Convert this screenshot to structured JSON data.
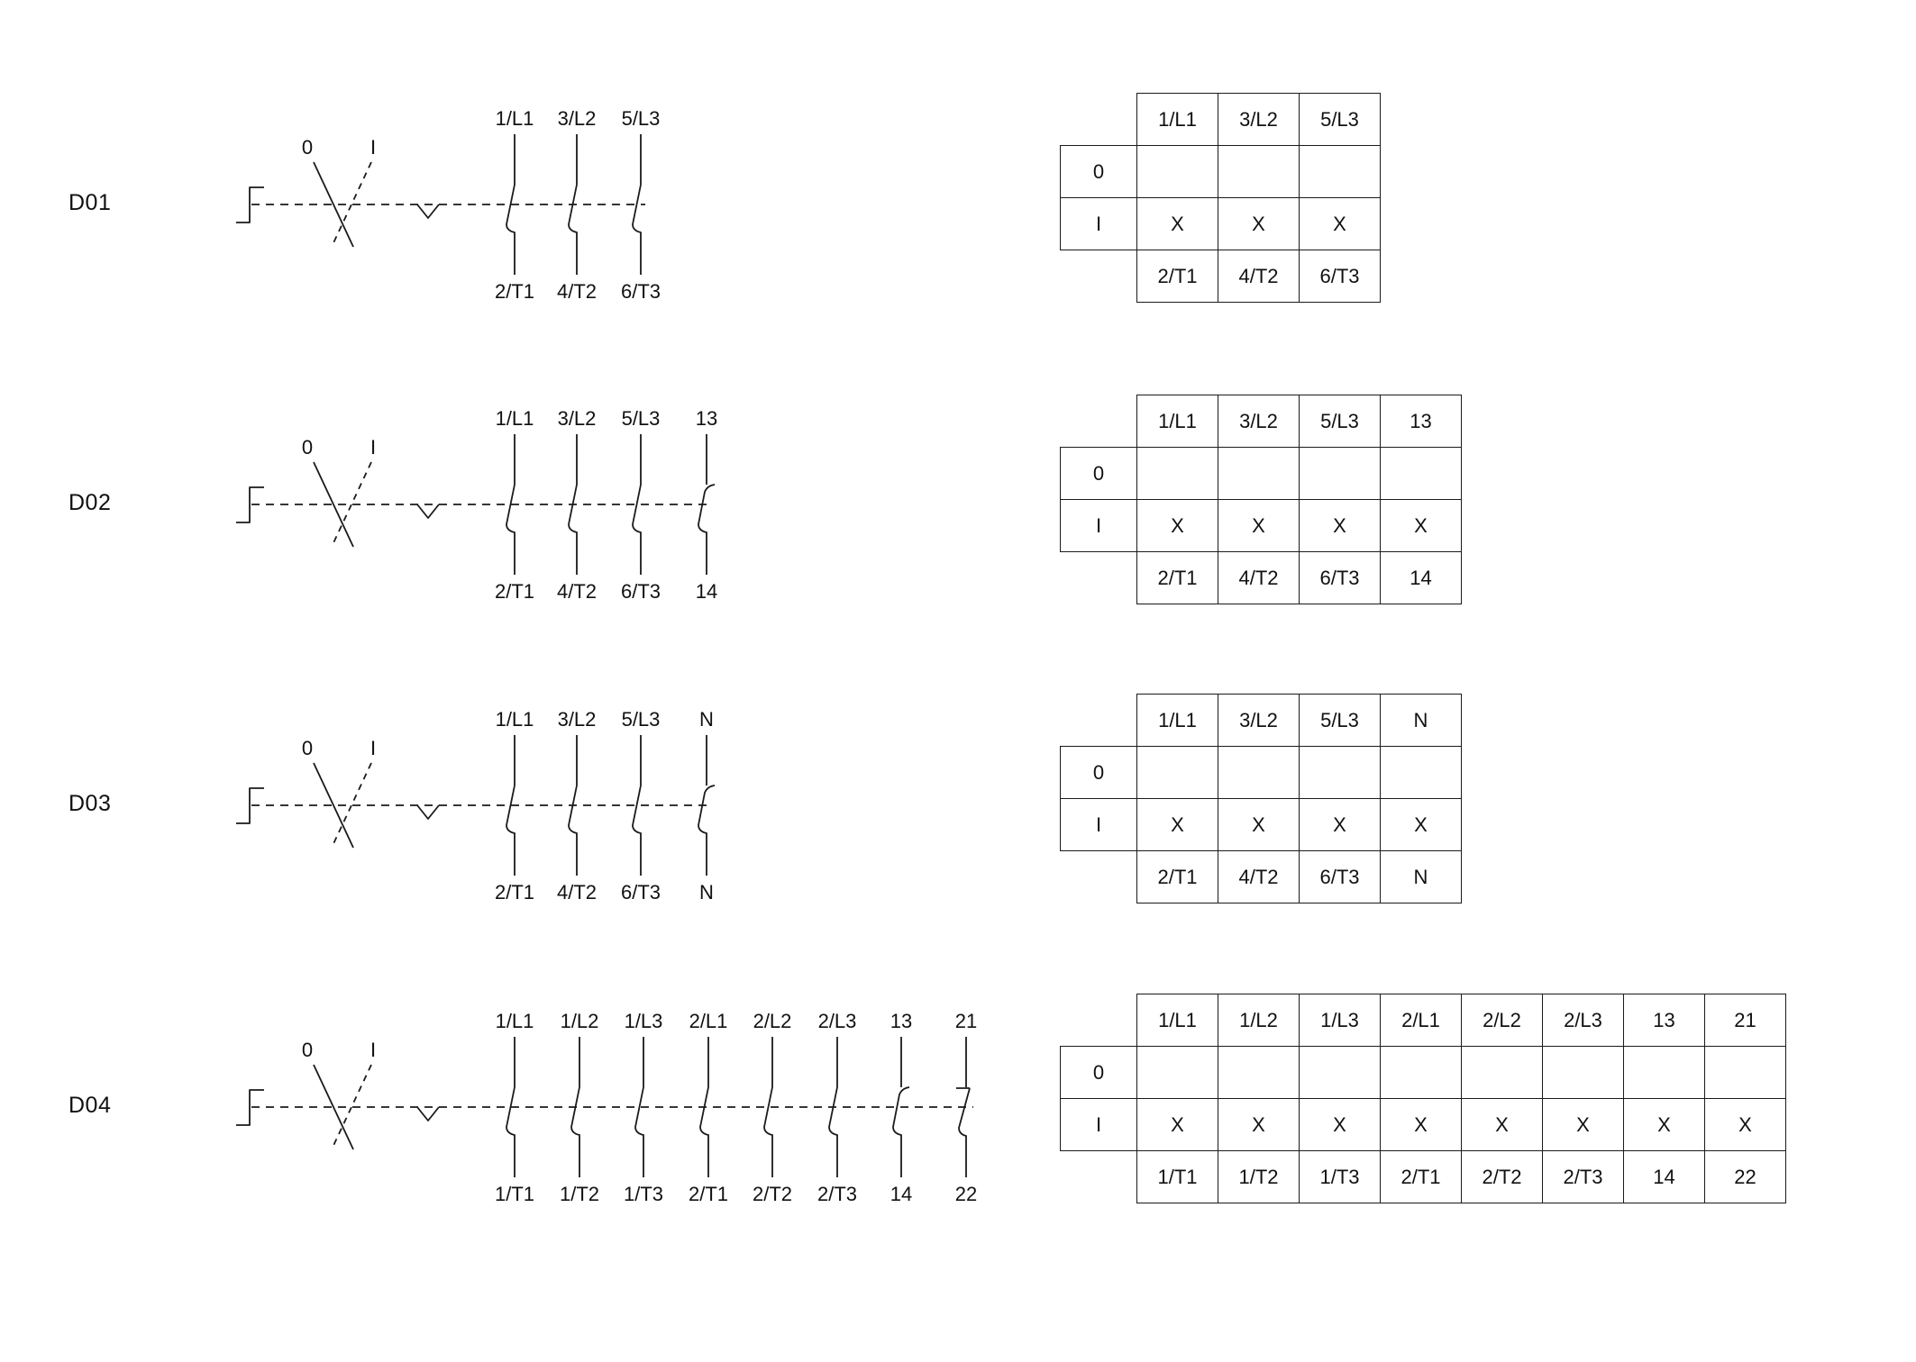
{
  "colors": {
    "line": "#1a1a1a",
    "background": "#ffffff"
  },
  "rows": [
    {
      "label": "D01",
      "pos0": "0",
      "pos1": "I",
      "top": [
        "1/L1",
        "3/L2",
        "5/L3"
      ],
      "bottom": [
        "2/T1",
        "4/T2",
        "6/T3"
      ],
      "state0": [
        "",
        "",
        ""
      ],
      "state1": [
        "X",
        "X",
        "X"
      ]
    },
    {
      "label": "D02",
      "pos0": "0",
      "pos1": "I",
      "top": [
        "1/L1",
        "3/L2",
        "5/L3",
        "13"
      ],
      "bottom": [
        "2/T1",
        "4/T2",
        "6/T3",
        "14"
      ],
      "state0": [
        "",
        "",
        "",
        ""
      ],
      "state1": [
        "X",
        "X",
        "X",
        "X"
      ]
    },
    {
      "label": "D03",
      "pos0": "0",
      "pos1": "I",
      "top": [
        "1/L1",
        "3/L2",
        "5/L3",
        "N"
      ],
      "bottom": [
        "2/T1",
        "4/T2",
        "6/T3",
        "N"
      ],
      "state0": [
        "",
        "",
        "",
        ""
      ],
      "state1": [
        "X",
        "X",
        "X",
        "X"
      ]
    },
    {
      "label": "D04",
      "pos0": "0",
      "pos1": "I",
      "top": [
        "1/L1",
        "1/L2",
        "1/L3",
        "2/L1",
        "2/L2",
        "2/L3",
        "13",
        "21"
      ],
      "bottom": [
        "1/T1",
        "1/T2",
        "1/T3",
        "2/T1",
        "2/T2",
        "2/T3",
        "14",
        "22"
      ],
      "state0": [
        "",
        "",
        "",
        "",
        "",
        "",
        "",
        ""
      ],
      "state1": [
        "X",
        "X",
        "X",
        "X",
        "X",
        "X",
        "X",
        "X"
      ]
    }
  ]
}
